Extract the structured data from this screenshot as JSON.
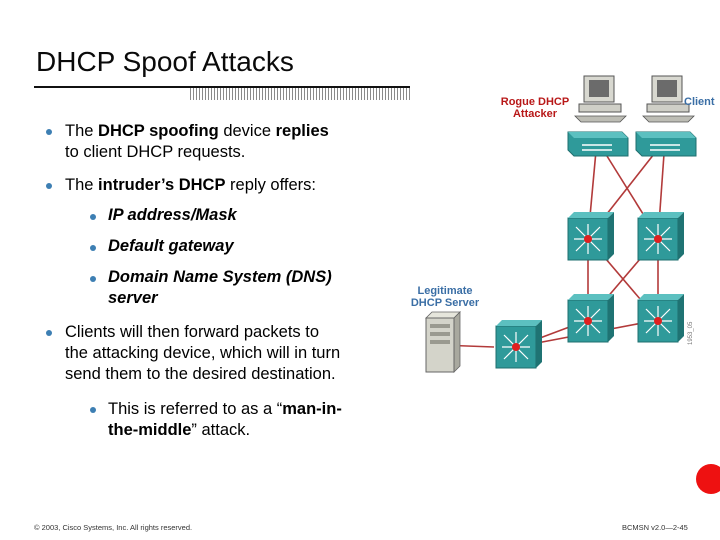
{
  "slide": {
    "title": "DHCP Spoof Attacks",
    "bullets": {
      "b1_pre": "The ",
      "b1_bold1": "DHCP spoofing",
      "b1_mid": " device ",
      "b1_bold2": "replies",
      "b1_line2": "to client DHCP requests.",
      "b2_pre": "The ",
      "b2_bold": "intruder’s DHCP",
      "b2_post": " reply offers:",
      "sub1": "IP address/Mask",
      "sub2": "Default gateway",
      "sub3_line1": "Domain Name System (DNS)",
      "sub3_line2": "server",
      "b3_line1": "Clients will then forward packets to",
      "b3_line2": "the attacking device, which will in turn",
      "b3_line3": "send them to the desired destination.",
      "sub4_pre": "This is referred to as a “",
      "sub4_bold1": "man-in-",
      "sub4_bold2": "the-middle",
      "sub4_post": "” attack."
    }
  },
  "diagram": {
    "rogue_label_line1": "Rogue DHCP",
    "rogue_label_line2": "Attacker",
    "client_label": "Client",
    "legit_label_line1": "Legitimate",
    "legit_label_line2": "DHCP Server",
    "figure_id": "1953_05",
    "accent_red": "#b81818",
    "accent_blue": "#3a6ea5",
    "switch_color": "#2f9a9a"
  },
  "footer": {
    "copyright": "© 2003, Cisco Systems, Inc. All rights reserved.",
    "course": "BCMSN v2.0—2-45"
  }
}
